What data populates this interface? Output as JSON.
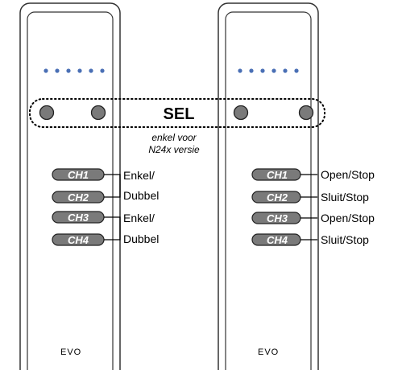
{
  "sel": {
    "label": "SEL",
    "note_line1": "enkel voor",
    "note_line2": "N24x versie"
  },
  "remotes": [
    {
      "brand": "EVO",
      "channels": [
        "CH1",
        "CH2",
        "CH3",
        "CH4"
      ],
      "pair_labels": [
        {
          "line1": "Enkel/",
          "line2": "Dubbel"
        },
        {
          "line1": "Enkel/",
          "line2": "Dubbel"
        }
      ]
    },
    {
      "brand": "EVO",
      "channels": [
        "CH1",
        "CH2",
        "CH3",
        "CH4"
      ],
      "channel_labels": [
        "Open/Stop",
        "Sluit/Stop",
        "Open/Stop",
        "Sluit/Stop"
      ]
    }
  ],
  "colors": {
    "led": "#4a6fb5",
    "button_fill": "#7a7a7a",
    "outline": "#333333"
  }
}
